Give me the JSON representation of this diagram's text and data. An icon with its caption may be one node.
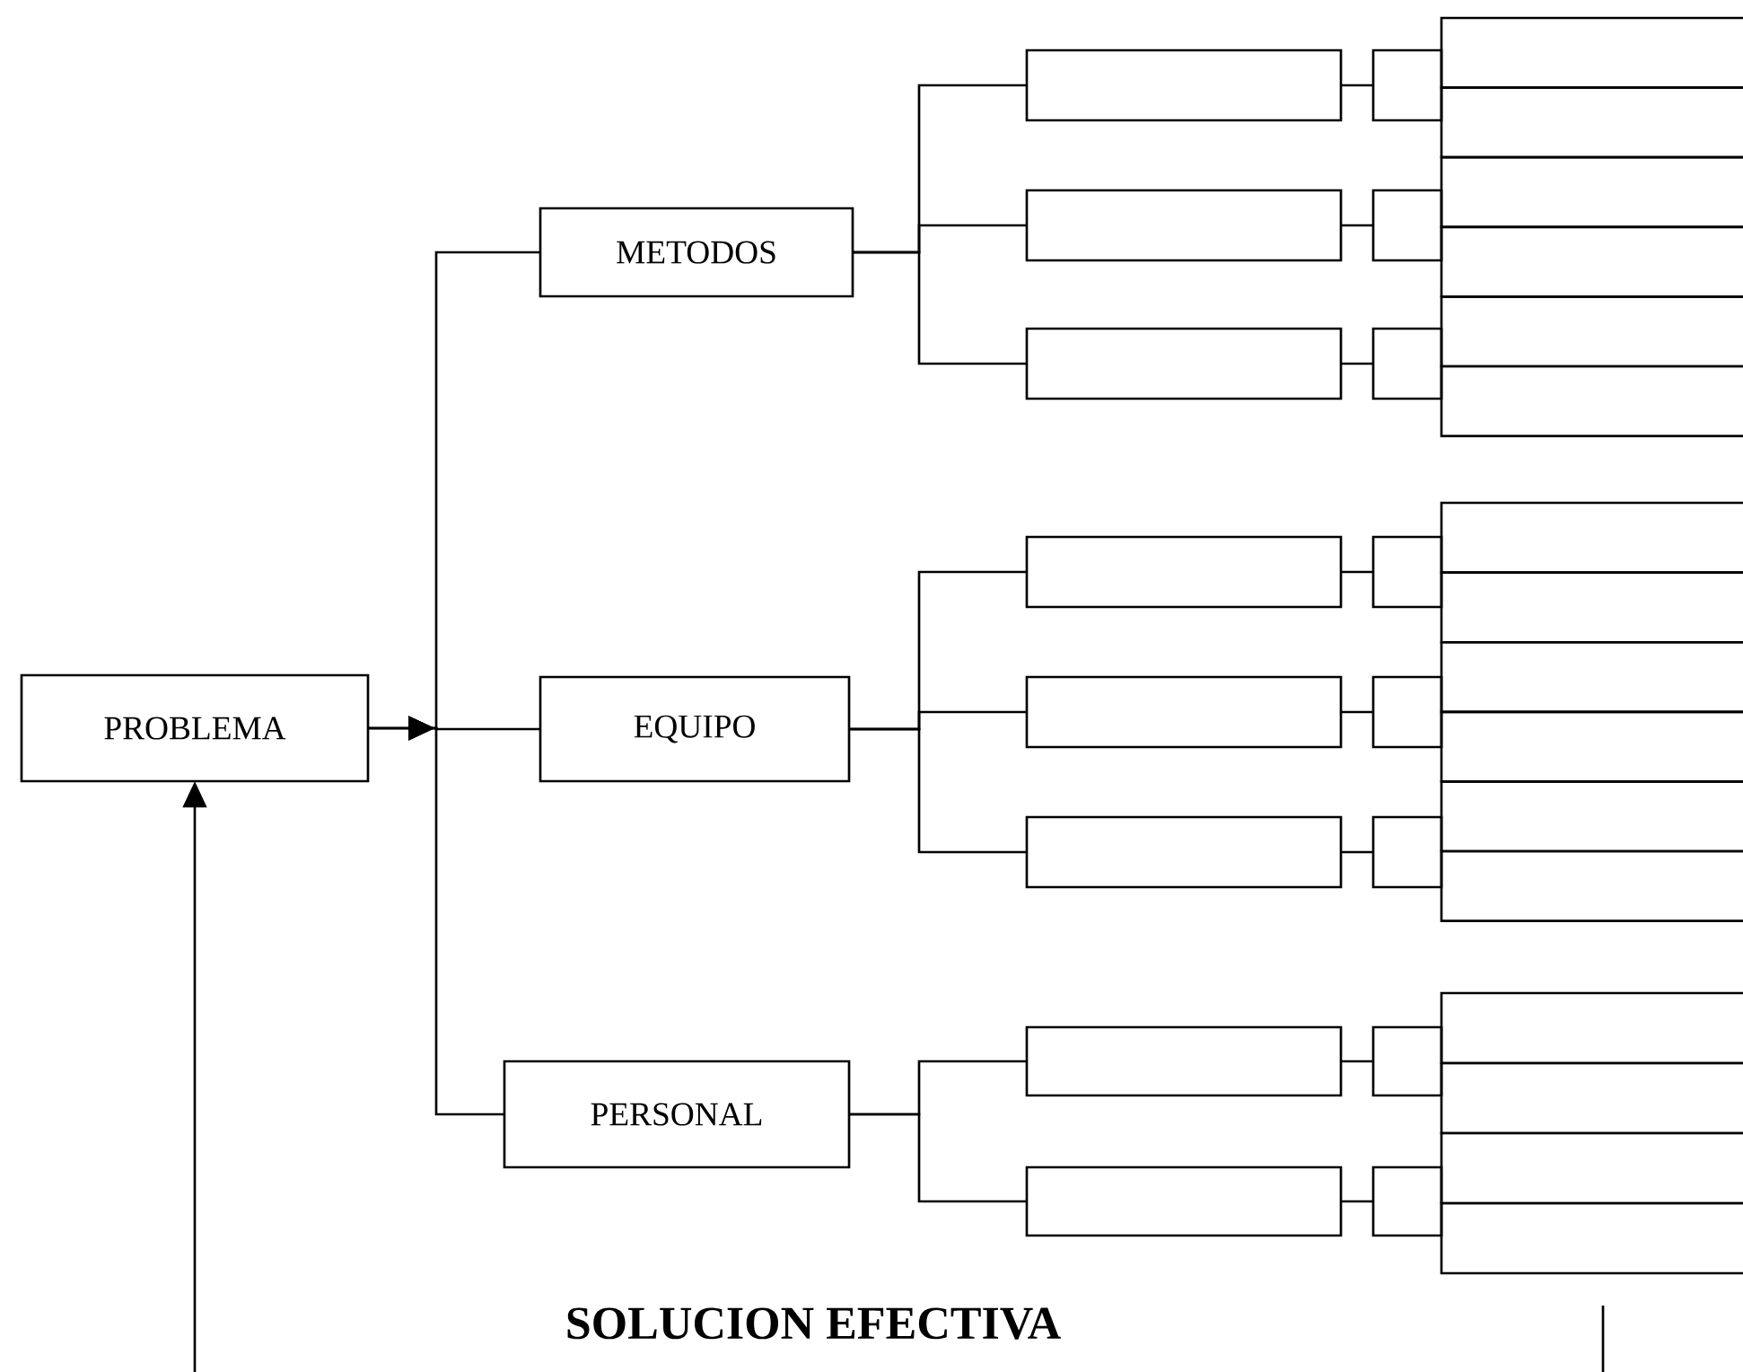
{
  "diagram": {
    "nodes": [
      {
        "text": [
          "PROBLEMA"
        ]
      },
      {
        "text": [
          "METODOS"
        ]
      },
      {
        "text": [
          "EQUIPO"
        ]
      },
      {
        "text": [
          "PERSONAL"
        ]
      },
      {
        "text": [],
        "shape": "box"
      },
      {
        "text": [],
        "shape": "box"
      },
      {
        "text": [],
        "shape": "box"
      },
      {
        "text": [],
        "shape": "box"
      },
      {
        "text": [],
        "shape": "box"
      },
      {
        "text": [],
        "shape": "box"
      },
      {
        "text": [],
        "shape": "box"
      },
      {
        "text": [],
        "shape": "box"
      },
      {
        "text": [],
        "shape": "box"
      },
      {
        "text": [],
        "shape": "box"
      },
      {
        "text": [],
        "shape": "box"
      },
      {
        "text": [],
        "shape": "box"
      },
      {
        "text": [],
        "shape": "box"
      },
      {
        "text": [],
        "shape": "box"
      },
      {
        "text": [],
        "shape": "box"
      },
      {
        "text": [],
        "shape": "box"
      },
      {
        "text": [],
        "shape": "box"
      },
      {
        "text": [],
        "shape": "box"
      },
      {
        "text": [],
        "shape": "box"
      },
      {
        "text": [],
        "shape": "box"
      },
      {
        "text": [],
        "shape": "box"
      },
      {
        "text": [],
        "shape": "box"
      },
      {
        "text": [],
        "shape": "box"
      },
      {
        "text": [],
        "shape": "box"
      },
      {
        "text": [],
        "shape": "box"
      },
      {
        "text": [],
        "shape": "box"
      },
      {
        "text": [],
        "shape": "box"
      },
      {
        "text": [],
        "shape": "box"
      },
      {
        "text": [],
        "shape": "box"
      },
      {
        "text": [],
        "shape": "box"
      },
      {
        "text": [],
        "shape": "box"
      },
      {
        "text": [],
        "shape": "box"
      }
    ],
    "edges": [
      {
        "from": 0,
        "to": 1,
        "arrow": "to"
      },
      {
        "from": 0,
        "to": 2,
        "arrow": "to"
      },
      {
        "from": 0,
        "to": 3,
        "arrow": "to"
      },
      {
        "from": 1,
        "to": 4,
        "arrow": "none"
      },
      {
        "from": 1,
        "to": 5,
        "arrow": "none"
      },
      {
        "from": 1,
        "to": 6,
        "arrow": "none"
      },
      {
        "from": 2,
        "to": 7,
        "arrow": "none"
      },
      {
        "from": 2,
        "to": 8,
        "arrow": "none"
      },
      {
        "from": 2,
        "to": 9,
        "arrow": "none"
      },
      {
        "from": 3,
        "to": 10,
        "arrow": "none"
      },
      {
        "from": 3,
        "to": 11,
        "arrow": "none"
      },
      {
        "from": 4,
        "to": 12,
        "arrow": "none"
      },
      {
        "from": 5,
        "to": 13,
        "arrow": "none"
      },
      {
        "from": 6,
        "to": 14,
        "arrow": "none"
      },
      {
        "from": 7,
        "to": 15,
        "arrow": "none"
      },
      {
        "from": 8,
        "to": 16,
        "arrow": "none"
      },
      {
        "from": 9,
        "to": 17,
        "arrow": "none"
      },
      {
        "from": 10,
        "to": 18,
        "arrow": "none"
      },
      {
        "from": 11,
        "to": 19,
        "arrow": "none"
      },
      {
        "from": null,
        "to": 0,
        "arrow": "to"
      }
    ],
    "labels": [
      "SOLUCION EFECTIVA"
    ]
  }
}
